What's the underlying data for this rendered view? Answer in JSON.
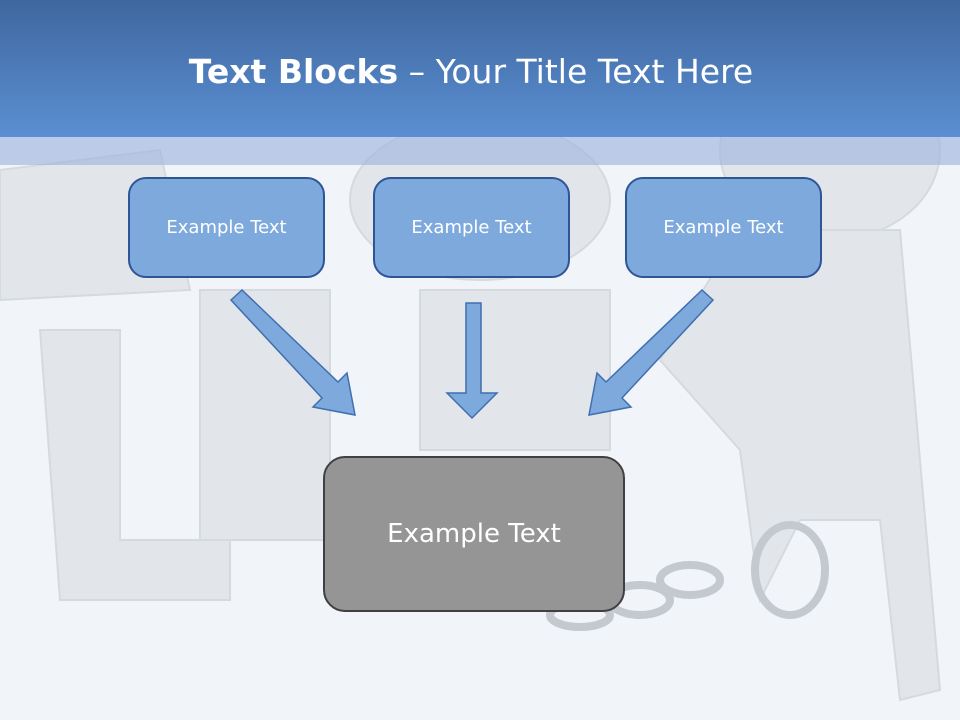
{
  "title": {
    "bold": "Text Blocks",
    "rest": " – Your Title Text Here"
  },
  "boxes": [
    {
      "label": "Example Text"
    },
    {
      "label": "Example Text"
    },
    {
      "label": "Example Text"
    }
  ],
  "main_box": {
    "label": "Example Text"
  },
  "colors": {
    "header": "#4f7fbf",
    "box_fill": "#7ea9dc",
    "box_border": "#2f5597",
    "main_fill": "#959595",
    "main_border": "#404040"
  }
}
